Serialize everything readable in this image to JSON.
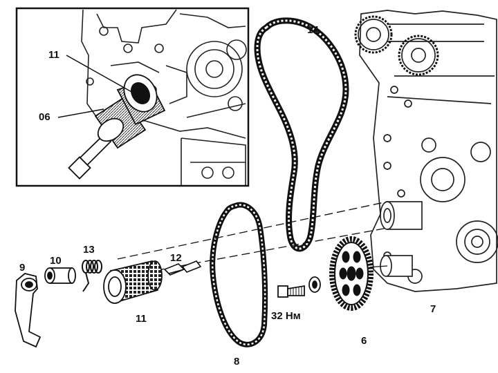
{
  "labels": {
    "inset_11": "11",
    "inset_06": "06",
    "chain_upper": "14",
    "tensioner_arm": "9",
    "bushing": "10",
    "spring": "13",
    "tensioner_sprocket": "11",
    "guide_pieces": "12",
    "torque": "32 Нм",
    "lower_chain": "8",
    "sprocket": "6",
    "engine_block": "7"
  }
}
